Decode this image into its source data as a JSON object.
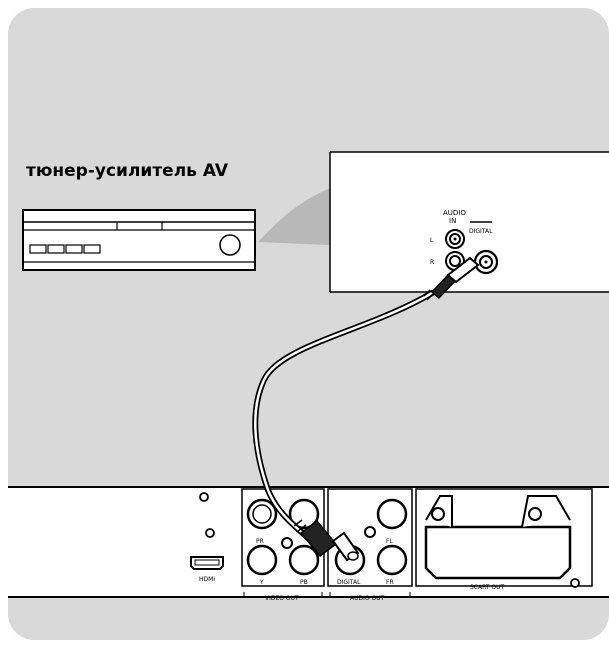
{
  "receiver": {
    "title": "тюнер-усилитель AV"
  },
  "receiver_panel": {
    "audio_in": "AUDIO\nIN",
    "audio_in_l1": "AUDIO",
    "audio_in_l2": "IN",
    "digital": "DIGITAL",
    "l": "L",
    "r": "R"
  },
  "player_panel": {
    "hdmi": "HDMI",
    "pr": "PR",
    "y": "Y",
    "pb": "PB",
    "video_out": "VIDEO OUT",
    "digital": "DIGITAL",
    "fl": "FL",
    "fr": "FR",
    "audio_out": "AUDIO OUT",
    "scart_out": "SCART OUT"
  },
  "colors": {
    "background": "#d9d9d9",
    "panel": "#ffffff",
    "outline": "#000000",
    "shadow": "#b3b3b3"
  }
}
